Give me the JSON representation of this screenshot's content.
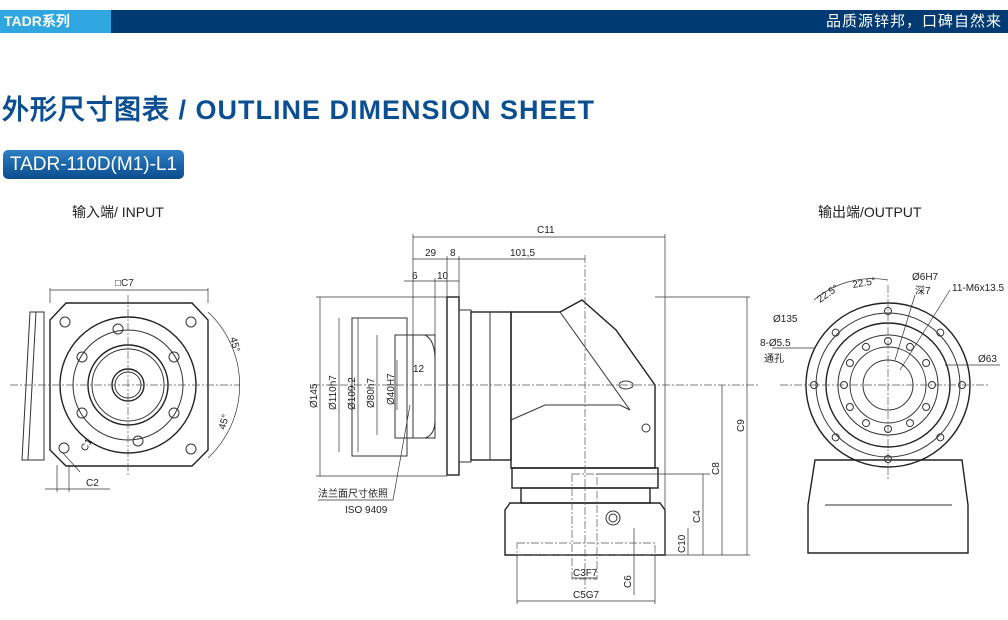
{
  "header": {
    "series": "TADR系列",
    "slogan": "品质源锌邦，口碑自然来"
  },
  "title": "外形尺寸图表 / OUTLINE DIMENSION SHEET",
  "model": "TADR-110D(M1)-L1",
  "input_view": {
    "caption": "输入端/ INPUT",
    "labels": {
      "c7": "□C7",
      "c1": "C1",
      "c2": "C2",
      "angle1": "45°",
      "angle2": "45°"
    }
  },
  "side_view": {
    "labels": {
      "c11": "C11",
      "d29": "29",
      "d8": "8",
      "d101": "101,5",
      "d6": "6",
      "d10": "10",
      "d12": "12",
      "dia145": "Ø145",
      "dia110": "Ø110h7",
      "dia109": "Ø109.2",
      "dia80": "Ø80h7",
      "dia40": "Ø40H7",
      "c9": "C9",
      "c8": "C8",
      "c4": "C4",
      "c10": "C10",
      "c3": "C3F7",
      "c6": "C6",
      "c5": "C5G7",
      "note1": "法兰面尺寸依照",
      "note2": "ISO 9409"
    }
  },
  "output_view": {
    "caption": "输出端/OUTPUT",
    "labels": {
      "a1": "22.5°",
      "a2": "22.5°",
      "pin": "Ø6H7",
      "pin_depth": "深7",
      "thread": "11-M6x13.5",
      "dia135": "Ø135",
      "dia63": "Ø63",
      "holes": "8-Ø5.5",
      "through": "通孔"
    }
  }
}
